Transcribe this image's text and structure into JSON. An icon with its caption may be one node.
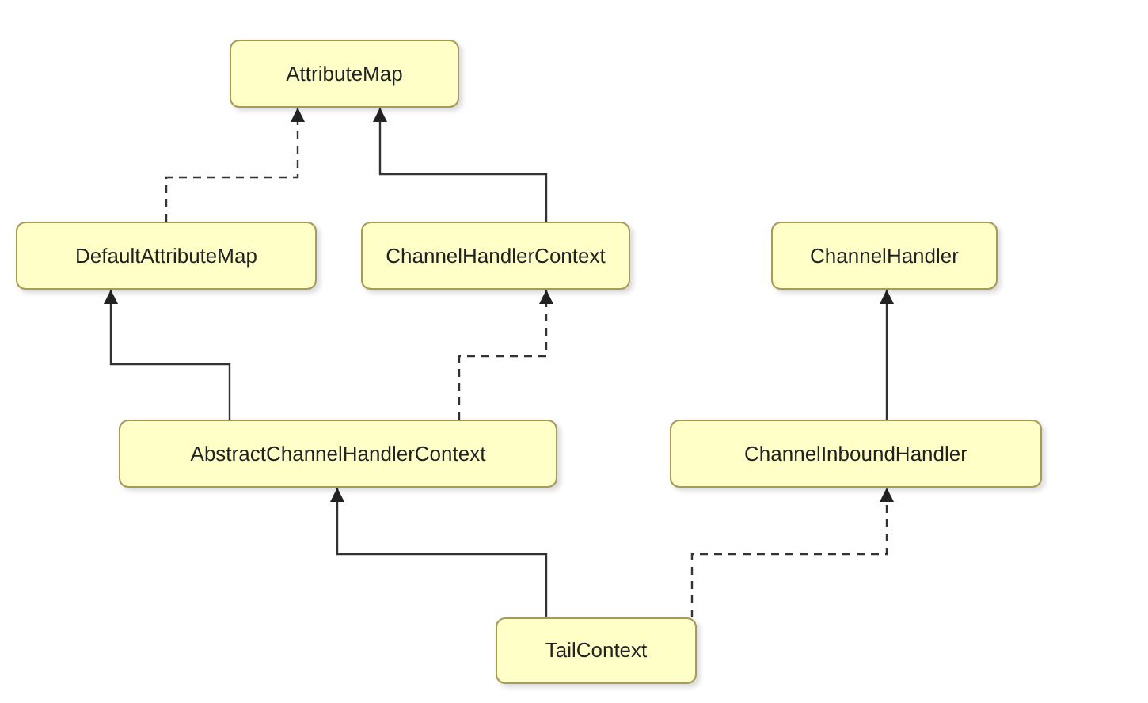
{
  "diagram": {
    "nodes": [
      {
        "text": [
          "AttributeMap"
        ]
      },
      {
        "text": [
          "DefaultAttributeMap"
        ]
      },
      {
        "text": [
          "ChannelHandlerContext"
        ]
      },
      {
        "text": [
          "ChannelHandler"
        ]
      },
      {
        "text": [
          "AbstractChannelHandlerContext"
        ]
      },
      {
        "text": [
          "ChannelInboundHandler"
        ]
      },
      {
        "text": [
          "TailContext"
        ]
      }
    ],
    "edges": [
      {
        "from": 1,
        "to": 0,
        "arrow": "to",
        "style": "dashed"
      },
      {
        "from": 2,
        "to": 0,
        "arrow": "to"
      },
      {
        "from": 4,
        "to": 1,
        "arrow": "to"
      },
      {
        "from": 4,
        "to": 2,
        "arrow": "to",
        "style": "dashed"
      },
      {
        "from": 5,
        "to": 3,
        "arrow": "to"
      },
      {
        "from": 6,
        "to": 4,
        "arrow": "to"
      },
      {
        "from": 6,
        "to": 5,
        "arrow": "to",
        "style": "dashed"
      }
    ]
  }
}
